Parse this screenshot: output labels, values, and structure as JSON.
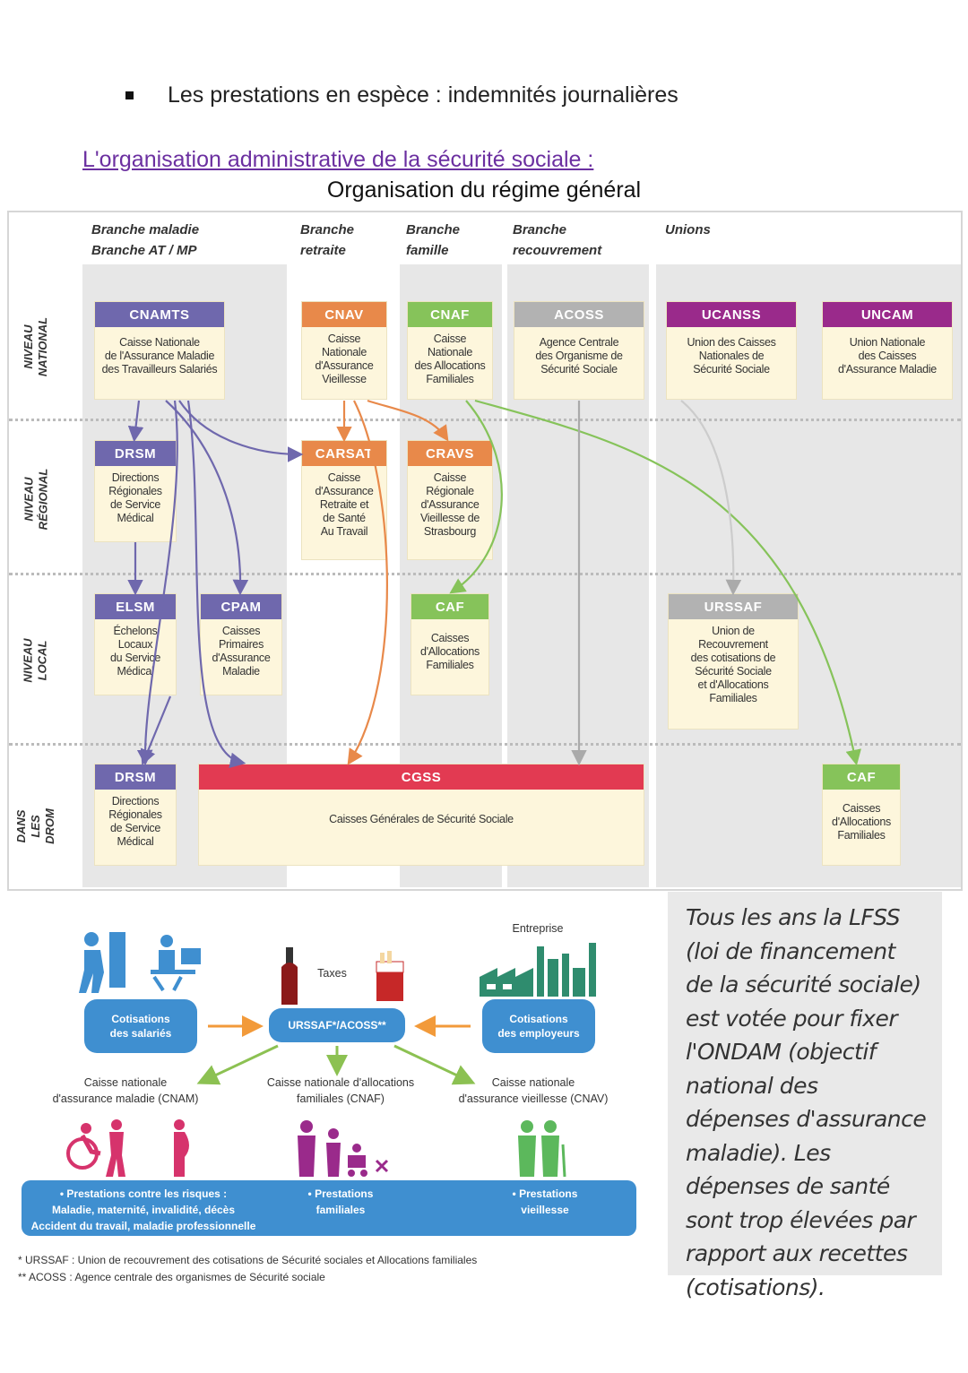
{
  "bullet": "Les prestations en espèce : indemnités journalières",
  "section_heading": "L'organisation administrative de la sécurité sociale :",
  "diagram_title": "Organisation du régime général",
  "org_chart": {
    "branches": {
      "maladie": "Branche maladie\nBranche AT / MP",
      "retraite": "Branche\nretraite",
      "famille": "Branche\nfamille",
      "recouvrement": "Branche\nrecouvrement",
      "unions": "Unions"
    },
    "levels": {
      "national": "NIVEAU\nNATIONAL",
      "regional": "NIVEAU\nRÉGIONAL",
      "local": "NIVEAU\nLOCAL",
      "drom": "DANS LES\nDROM"
    },
    "boxes": {
      "cnamts": {
        "title": "CNAMTS",
        "text": "Caisse Nationale\nde l'Assurance Maladie\ndes Travailleurs Salariés"
      },
      "cnav": {
        "title": "CNAV",
        "text": "Caisse\nNationale\nd'Assurance\nVieillesse"
      },
      "cnaf": {
        "title": "CNAF",
        "text": "Caisse\nNationale\ndes Allocations\nFamiliales"
      },
      "acoss": {
        "title": "ACOSS",
        "text": "Agence Centrale\ndes Organisme de\nSécurité Sociale"
      },
      "ucanss": {
        "title": "UCANSS",
        "text": "Union des Caisses\nNationales de\nSécurité Sociale"
      },
      "uncam": {
        "title": "UNCAM",
        "text": "Union Nationale\ndes Caisses\nd'Assurance Maladie"
      },
      "drsm": {
        "title": "DRSM",
        "text": "Directions\nRégionales\nde Service\nMédical"
      },
      "carsat": {
        "title": "CARSAT",
        "text": "Caisse\nd'Assurance\nRetraite et\nde Santé\nAu Travail"
      },
      "cravs": {
        "title": "CRAVS",
        "text": "Caisse\nRégionale\nd'Assurance\nVieillesse de\nStrasbourg"
      },
      "elsm": {
        "title": "ELSM",
        "text": "Échelons\nLocaux\ndu Service\nMédical"
      },
      "cpam": {
        "title": "CPAM",
        "text": "Caisses\nPrimaires\nd'Assurance\nMaladie"
      },
      "caf_local": {
        "title": "CAF",
        "text": "Caisses\nd'Allocations\nFamiliales"
      },
      "urssaf": {
        "title": "URSSAF",
        "text": "Union de\nRecouvrement\ndes cotisations de\nSécurité Sociale\net d'Allocations\nFamiliales"
      },
      "drsm_drom": {
        "title": "DRSM",
        "text": "Directions\nRégionales\nde Service\nMédical"
      },
      "cgss": {
        "title": "CGSS",
        "text": "Caisses Générales de Sécurité Sociale"
      },
      "caf_drom": {
        "title": "CAF",
        "text": "Caisses\nd'Allocations\nFamiliales"
      }
    }
  },
  "financing": {
    "entreprise": "Entreprise",
    "taxes": "Taxes",
    "cotisations_salaries": "Cotisations\ndes salariés",
    "urssaf_acoss": "URSSAF*/ACOSS**",
    "cotisations_employeurs": "Cotisations\ndes employeurs",
    "cnam": "Caisse nationale\nd'assurance maladie (CNAM)",
    "cnaf": "Caisse nationale d'allocations\nfamiliales (CNAF)",
    "cnav": "Caisse nationale\nd'assurance vieillesse (CNAV)",
    "prest_risques": "• Prestations contre les risques :\nMaladie, maternité, invalidité, décès\nAccident du travail, maladie professionnelle",
    "prest_familiales": "• Prestations\nfamiliales",
    "prest_vieillesse": "• Prestations\nvieillesse",
    "footnote1": "* URSSAF : Union de recouvrement des cotisations de Sécurité sociales et Allocations familiales",
    "footnote2": "** ACOSS : Agence centrale des organismes de Sécurité sociale"
  },
  "note": "Tous les ans la LFSS (loi de financement de la sécurité sociale) est votée pour fixer l'ONDAM (objectif national des dépenses d'assurance maladie). Les dépenses de santé sont trop élevées par rapport aux recettes (cotisations).",
  "colors": {
    "link": "#6b2fa0",
    "blue": "#6f68ad",
    "orange": "#e8894a",
    "green": "#86c35a",
    "grey": "#b2b2b2",
    "purple": "#9a2a8b",
    "red": "#e23a52",
    "fin_blue": "#3f8fd0"
  }
}
